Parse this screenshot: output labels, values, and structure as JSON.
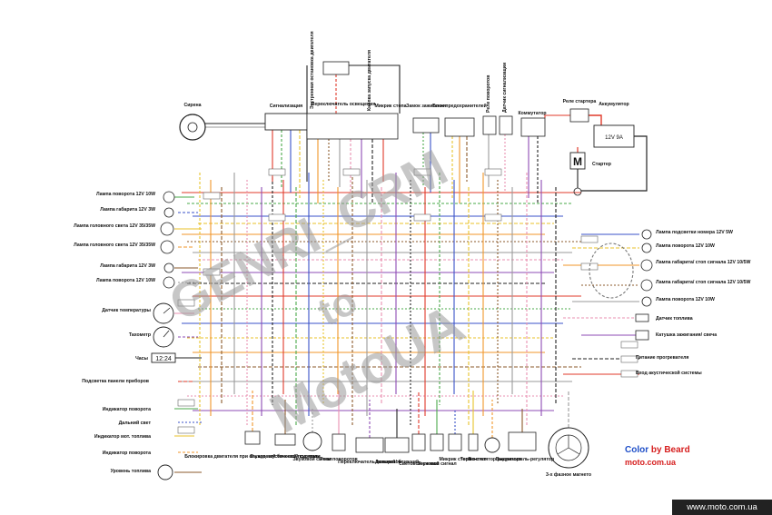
{
  "left_labels": [
    "Лампа поворота 12V 10W",
    "Лампа габарита 12V 3W",
    "Лампа головного света 12V 35/35W",
    "Лампа головного света 12V 35/35W",
    "Лампа габарита 12V 3W",
    "Лампа поворота 12V 10W",
    "Датчик температуры",
    "Тахометр",
    "Часы",
    "Подсветка панели приборов",
    "Индикатор поворота",
    "Дальний свет",
    "Индикатор мот. топлива",
    "Индикатор поворота",
    "Уровень топлива"
  ],
  "right_labels": [
    "Лампа подсветки номера 12V 5W",
    "Лампа поворота 12V 10W",
    "Лампа габарита/ стоп сигнала 12V 10/5W",
    "Лампа габарита/ стоп сигнала 12V 10/5W",
    "Лампа поворота 12V 10W",
    "Датчик топлива",
    "Катушка зажигания/ свеча",
    "Питание прогревателя",
    "Вход акустической системы"
  ],
  "top_labels": [
    "Сирена",
    "Сигнализация",
    "Экстренная остановка двигателя",
    "Переключатель освещения",
    "Кнопка запуска двигателя",
    "Микрик стопа",
    "Замок зажигания",
    "Блок предохранителей",
    "Реле поворотов",
    "Датчик сигнализации",
    "Коммутатор",
    "Реле стартера",
    "Аккумулятор",
    "Стартер"
  ],
  "battery_label": "12V 9A",
  "motor_letter": "M",
  "bottom_labels": [
    "Блокировка двигателя при опущенной боковой подножке",
    "Выход акустической системы",
    "Звуковой сигнал",
    "Реле поворотов",
    "Переключатель поворотов",
    "Дальний/ ближний",
    "Световой сигнал",
    "Звуковой сигнал",
    "Микрик стопа",
    "Термо-стат",
    "Вентилятор радиатора",
    "Выпрямитель-регулятор",
    "3-х фазное магнето"
  ],
  "clock_display": "12:24",
  "watermark": {
    "line1": "GENRI_CRM",
    "line2": "to",
    "line3": "MotoUA"
  },
  "brand": {
    "color_word": "Color",
    "rest": " by Beard",
    "site": "moto.com.ua"
  },
  "footer": "www.moto.com.ua",
  "colors": {
    "red": "#e03a2a",
    "green": "#4aa84a",
    "blue": "#3a52c8",
    "yellow": "#e8c22a",
    "orange": "#f0962a",
    "brown": "#8b5a2b",
    "gray": "#9a9a9a",
    "pink": "#e98fb0",
    "purple": "#8e4bb5",
    "black": "#222222",
    "brand_blue": "#1f4fc8",
    "brand_red": "#d61f1f"
  }
}
